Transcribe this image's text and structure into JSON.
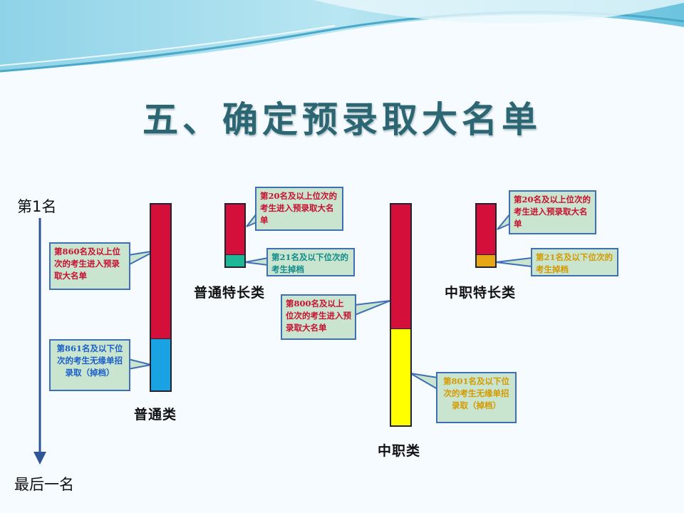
{
  "title": "五、确定预录取大名单",
  "axis": {
    "top_label": "第1名",
    "bottom_label": "最后一名"
  },
  "colors": {
    "admitted": "#d40f3a",
    "dropped_normal": "#1aa3e3",
    "dropped_specialty": "#1eb896",
    "dropped_vocational": "#ffff00",
    "dropped_vocational_specialty": "#e6a716",
    "callout_bg": "#c9e5cf",
    "callout_border": "#3f6fb5"
  },
  "groups": [
    {
      "name": "普通类",
      "top_note": "第860名及以上位次的考生进入预录取大名单",
      "bottom_note": "第861名及以下位次的考生无缘单招录取（掉档）",
      "admitted_fraction": 0.72
    },
    {
      "name": "普通特长类",
      "top_note": "第20名及以上位次的考生进入预录取大名单",
      "bottom_note": "第21名及以下位次的考生掉档",
      "admitted_fraction": 0.8
    },
    {
      "name": "中职类",
      "top_note": "第800名及以上位次的考生进入预录取大名单",
      "bottom_note": "第801名及以下位次的考生无缘单招录取（掉档）",
      "admitted_fraction": 0.56
    },
    {
      "name": "中职特长类",
      "top_note": "第20名及以上位次的考生进入预录取大名单",
      "bottom_note": "第21名及以下位次的考生掉档",
      "admitted_fraction": 0.8
    }
  ]
}
